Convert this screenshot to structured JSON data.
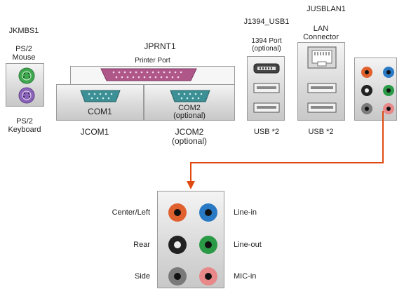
{
  "labels": {
    "jkmbs1": "JKMBS1",
    "ps2_mouse": "PS/2\nMouse",
    "ps2_keyboard": "PS/2\nKeyboard",
    "jprnt1": "JPRNT1",
    "printer_port": "Printer Port",
    "com1": "COM1",
    "com2": "COM2\n(optional)",
    "jcom1": "JCOM1",
    "jcom2": "JCOM2\n(optional)",
    "j1394_usb1": "J1394_USB1",
    "port_1394": "1394 Port\n(optional)",
    "usb2_left": "USB *2",
    "jusblan1": "JUSBLAN1",
    "lan_connector": "LAN\nConnector",
    "usb2_right": "USB *2"
  },
  "audio": {
    "center_left": "Center/Left",
    "rear": "Rear",
    "side": "Side",
    "line_in": "Line-in",
    "line_out": "Line-out",
    "mic_in": "MIC-in"
  },
  "colors": {
    "ps2_mouse": "#3fa84f",
    "ps2_keyboard": "#8a63b8",
    "printer": "#b0578a",
    "com": "#3c8f94",
    "jack_orange": "#e0602e",
    "jack_blue": "#2a79c4",
    "jack_black": "#222222",
    "jack_green": "#2a9a46",
    "jack_gray": "#7a7a7a",
    "jack_pink": "#e88888",
    "arrow": "#e04a10"
  }
}
